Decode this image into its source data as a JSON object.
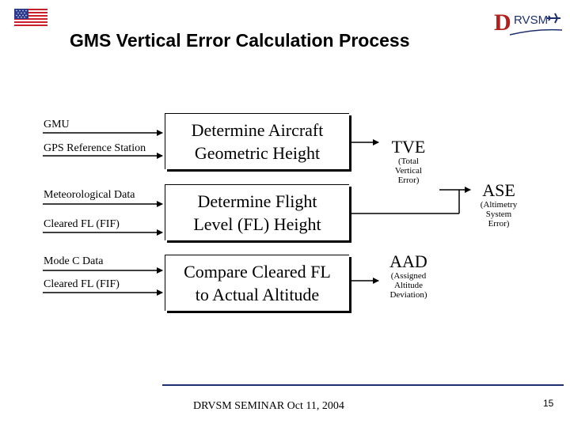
{
  "title": "GMS Vertical Error Calculation Process",
  "logo": {
    "letter": "D",
    "text": "RVSM"
  },
  "inputs": {
    "gmu": "GMU",
    "gps_reference_station": "GPS Reference Station",
    "meteorological_data": "Meteorological Data",
    "cleared_fl_1": "Cleared FL (FIF)",
    "mode_c_data": "Mode C Data",
    "cleared_fl_2": "Cleared FL (FIF)"
  },
  "processes": {
    "geometric_height": [
      "Determine Aircraft",
      "Geometric Height"
    ],
    "flight_level_height": [
      "Determine Flight",
      "Level (FL) Height"
    ],
    "compare": [
      "Compare Cleared FL",
      "to Actual Altitude"
    ]
  },
  "outputs": {
    "tve": {
      "label": "TVE",
      "desc": [
        "(Total",
        "Vertical",
        "Error)"
      ]
    },
    "ase": {
      "label": "ASE",
      "desc": [
        "(Altimetry",
        "System",
        "Error)"
      ]
    },
    "aad": {
      "label": "AAD",
      "desc": [
        "(Assigned",
        "Altitude",
        "Deviation)"
      ]
    }
  },
  "footer": "DRVSM SEMINAR  Oct 11, 2004",
  "page_number": "15"
}
